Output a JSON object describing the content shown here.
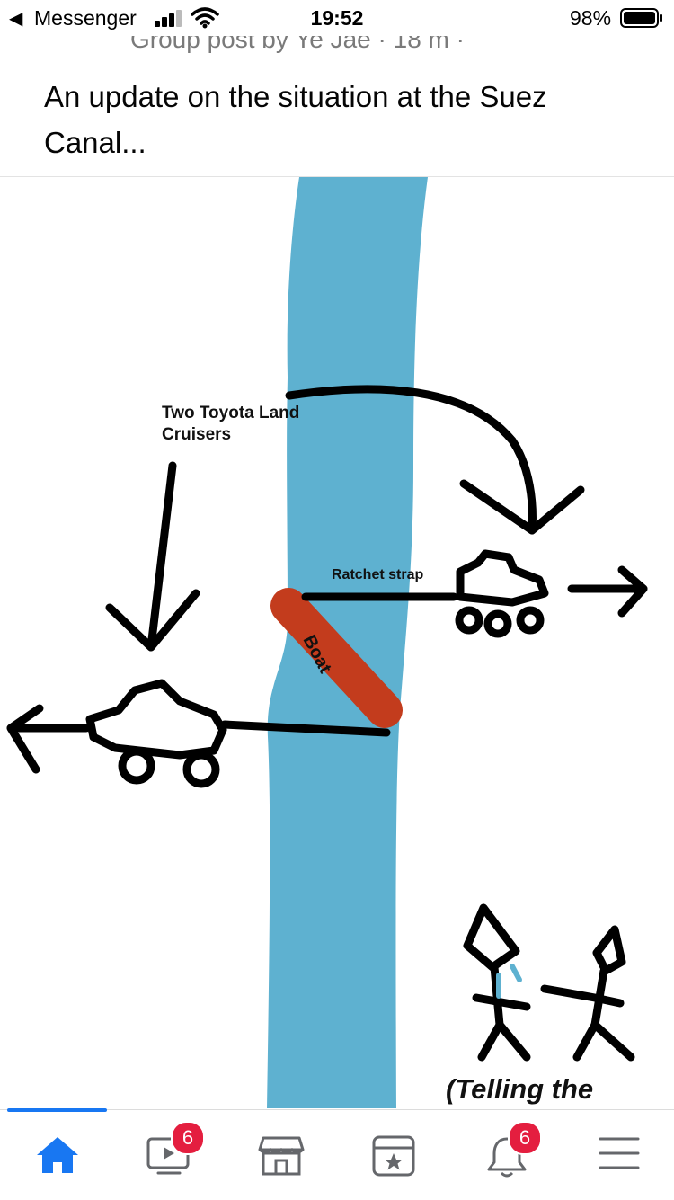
{
  "status_bar": {
    "back_app": "Messenger",
    "time": "19:52",
    "battery": "98%"
  },
  "post": {
    "header": "Group post by Ye Jae · 18 m ·",
    "text": "An update on the situation at the Suez Canal..."
  },
  "image_labels": {
    "toyota": "Two Toyota Land Cruisers",
    "ratchet": "Ratchet strap",
    "boat": "Boat",
    "telling": "(Telling the"
  },
  "tab_bar": {
    "icons": [
      "home-icon",
      "video-icon",
      "marketplace-icon",
      "news-icon",
      "bell-icon",
      "menu-icon"
    ],
    "video_badge": "6",
    "notifications_badge": "6",
    "active_color": "#1877f2",
    "badge_color": "#e41e3f"
  },
  "colors": {
    "canal": "#5eb1d0",
    "boat": "#c33c1d"
  }
}
